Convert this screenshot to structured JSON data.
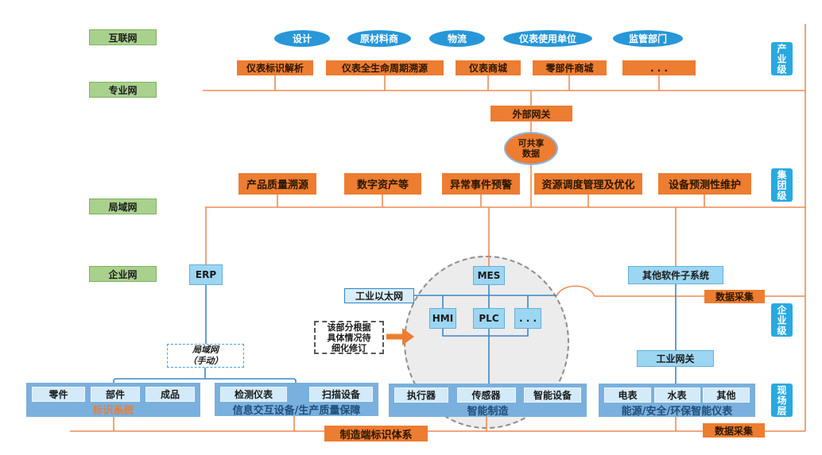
{
  "left_labels": {
    "internet": "互联网",
    "professional": "专业网",
    "lan": "局域网",
    "enterprise": "企业网"
  },
  "top_entities": [
    "设计",
    "原材料商",
    "物流",
    "仪表使用单位",
    "监管部门"
  ],
  "industry_services": [
    "仪表标识解析",
    "仪表全生命周期溯源",
    "仪表商城",
    "零部件商城",
    ". . ."
  ],
  "external_gateway": "外部网关",
  "shared_data": {
    "line1": "可共享",
    "line2": "数据"
  },
  "group_services": [
    "产品质量溯源",
    "数字资产等",
    "异常事件预警",
    "资源调度管理及优化",
    "设备预测性维护"
  ],
  "levels": [
    "产业级",
    "集团级",
    "企业级",
    "现场层"
  ],
  "systems": {
    "erp": "ERP",
    "mes": "MES",
    "hmi": "HMI",
    "plc": "PLC",
    "dots": ". . .",
    "other_software": "其他软件子系统",
    "industrial_gateway": "工业网关",
    "industrial_ethernet": "工业以太网"
  },
  "note": {
    "line1": "该部分根据",
    "line2": "具体情况待",
    "line3": "细化修订"
  },
  "manual_lan": {
    "line1": "局域网",
    "line2": "（手动）"
  },
  "bottom_groups": [
    {
      "items": [
        "零件",
        "部件",
        "成品"
      ],
      "label": "标识系统"
    },
    {
      "items": [
        "检测仪表",
        "扫描设备"
      ],
      "label": "信息交互设备/生产质量保障"
    },
    {
      "items": [
        "执行器",
        "传感器",
        "智能设备"
      ],
      "label": "智能制造"
    },
    {
      "items": [
        "电表",
        "水表",
        "其他"
      ],
      "label": "能源/安全/环保智能仪表"
    }
  ],
  "data_collection": "数据采集",
  "bottom_system": "制造端标识体系",
  "colors": {
    "orange_box": "#ED7D31",
    "green_box": "#A9D18E",
    "entity_blue": "#2797D8",
    "level_blue": "#29A9E1",
    "system_blue": "#9DD6F2",
    "container_blue": "#7AB0DE",
    "line_orange": "#ED8C54",
    "line_blue": "#3A87C8"
  }
}
